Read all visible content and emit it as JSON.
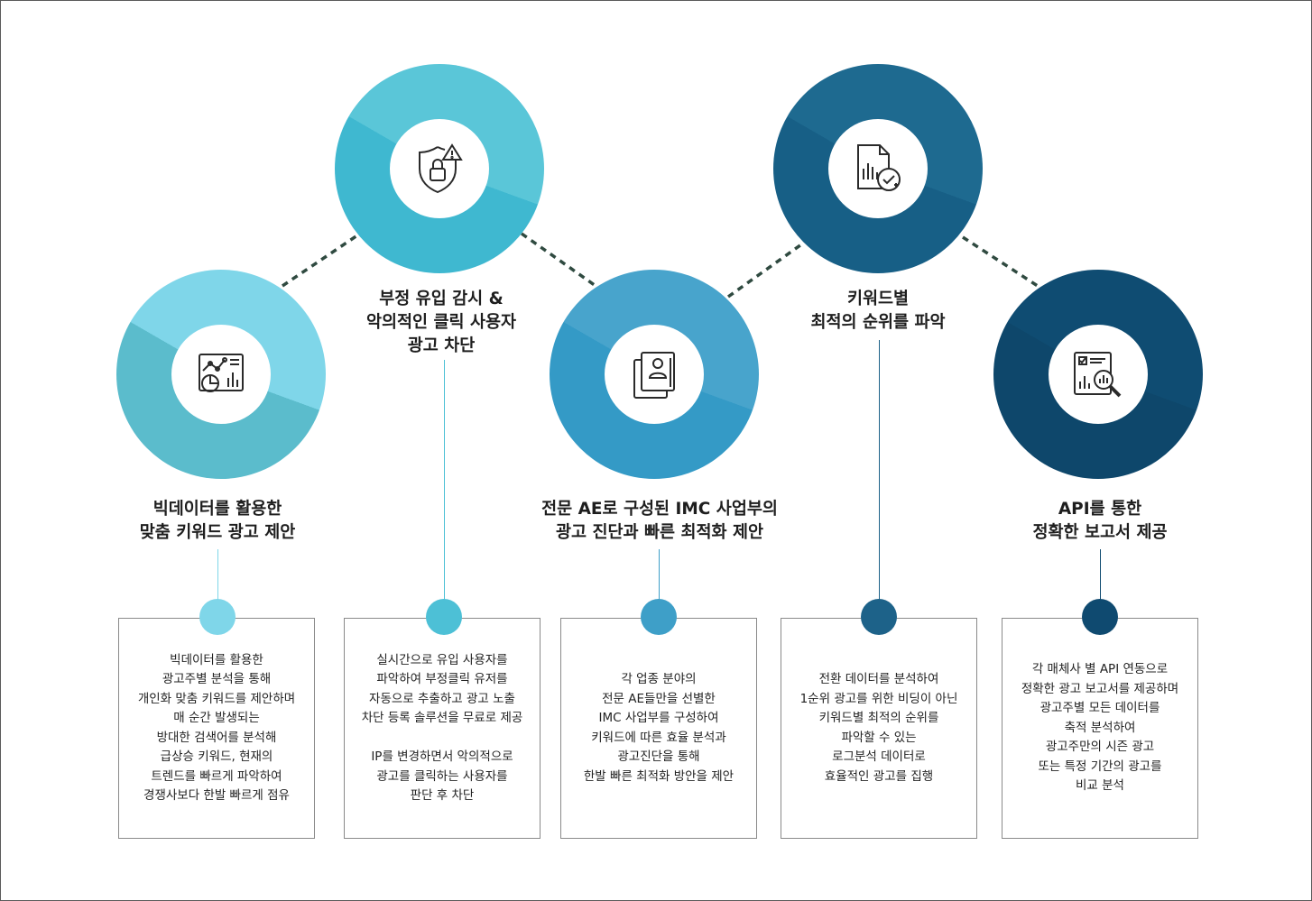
{
  "colors": {
    "step1": "#7fd6e9",
    "step2": "#4dc0d6",
    "step3": "#3e9fc8",
    "step4": "#1d6289",
    "step5": "#0f4a70",
    "connector": "#2f4a40"
  },
  "steps": [
    {
      "icon": "analytics-dashboard-icon",
      "title": [
        "빅데이터를 활용한",
        "맞춤 키워드 광고 제안"
      ],
      "desc": [
        "빅데이터를 활용한",
        "광고주별 분석을 통해",
        "개인화 맞춤 키워드를 제안하며",
        "매 순간 발생되는",
        "방대한 검색어를 분석해",
        "급상승 키워드, 현재의",
        "트렌드를 빠르게 파악하여",
        "경쟁사보다 한발 빠르게 점유"
      ]
    },
    {
      "icon": "shield-lock-alert-icon",
      "title": [
        "부정 유입 감시 &",
        "악의적인 클릭 사용자",
        "광고 차단"
      ],
      "desc": [
        "실시간으로 유입 사용자를",
        "파악하여 부정클릭 유저를",
        "자동으로 추출하고 광고 노출",
        "차단 등록 솔루션을 무료로 제공",
        "",
        "IP를 변경하면서 악의적으로",
        "광고를 클릭하는 사용자를",
        "판단 후 차단"
      ]
    },
    {
      "icon": "profile-documents-icon",
      "title": [
        "전문 AE로 구성된 IMC 사업부의",
        "광고 진단과 빠른 최적화 제안"
      ],
      "desc": [
        "각 업종 분야의",
        "전문 AE들만을 선별한",
        "IMC 사업부를 구성하여",
        "키워드에 따른 효율 분석과",
        "광고진단을 통해",
        "한발 빠른 최적화 방안을 제안"
      ]
    },
    {
      "icon": "report-check-icon",
      "title": [
        "키워드별",
        "최적의 순위를 파악"
      ],
      "desc": [
        "전환 데이터를 분석하여",
        "1순위 광고를 위한 비딩이 아닌",
        "키워드별 최적의 순위를",
        "파악할 수 있는",
        "로그분석 데이터로",
        "효율적인 광고를 집행"
      ]
    },
    {
      "icon": "report-magnifier-icon",
      "title": [
        "API를 통한",
        "정확한 보고서 제공"
      ],
      "desc": [
        "각 매체사 별 API 연동으로",
        "정확한 광고 보고서를 제공하며",
        "광고주별 모든 데이터를",
        "축적 분석하여",
        "광고주만의 시즌 광고",
        "또는 특정 기간의 광고를",
        "비교 분석"
      ]
    }
  ]
}
